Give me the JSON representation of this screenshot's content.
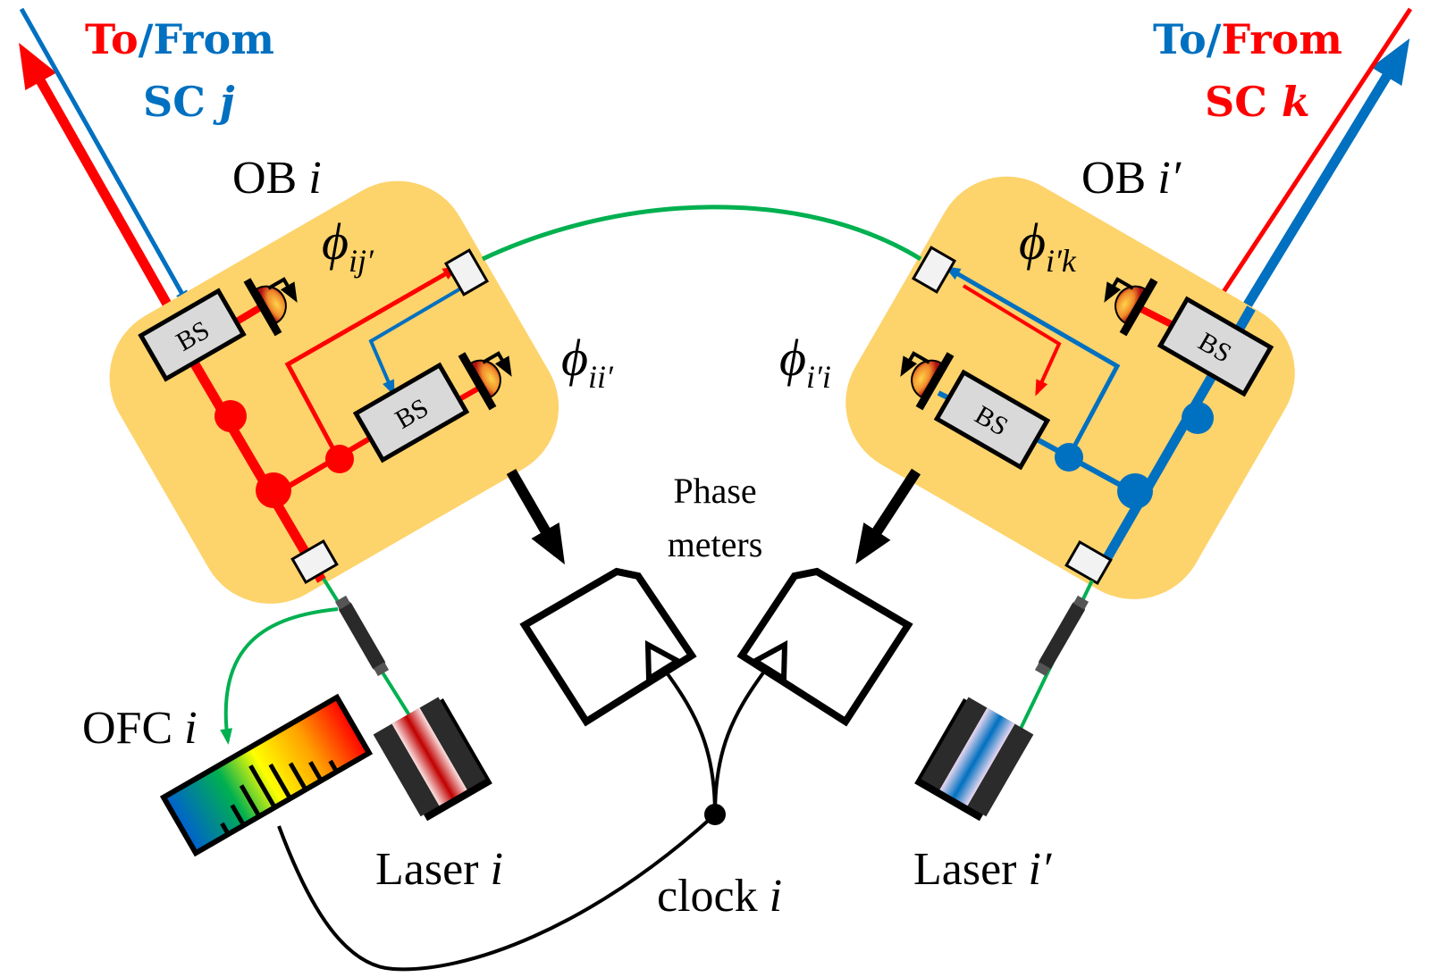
{
  "colors": {
    "red": "#ff0000",
    "blue": "#0070c0",
    "green": "#00b050",
    "bench": "#fdd36b",
    "bs_fill": "#d9d9d9",
    "port_fill": "#f2f2f2"
  },
  "links": {
    "left": {
      "to": "To",
      "slash": "/",
      "from": "From",
      "sc": "SC",
      "index": "j"
    },
    "right": {
      "to": "To",
      "slash": "/",
      "from": "From",
      "sc": "SC",
      "index": "k"
    }
  },
  "benches": {
    "left": {
      "name": "OB",
      "index": "i",
      "bs_label": "BS"
    },
    "right": {
      "name": "OB",
      "index": "i′",
      "bs_label": "BS"
    }
  },
  "phases": {
    "phi_symbol": "ϕ",
    "ij": "ij′",
    "ii": "ii′",
    "ik": "i′k",
    "ii2": "i′i"
  },
  "labels": {
    "phasemeters_1": "Phase",
    "phasemeters_2": "meters",
    "ofc": "OFC",
    "ofc_index": "i",
    "laser_left": "Laser",
    "laser_left_index": "i",
    "laser_right": "Laser",
    "laser_right_index": "i′",
    "clock": "clock",
    "clock_index": "i"
  }
}
